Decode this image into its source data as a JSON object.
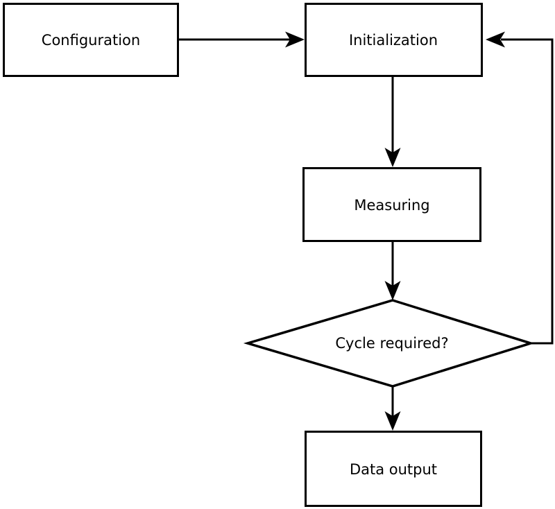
{
  "diagram": {
    "kind": "flowchart",
    "nodes": [
      {
        "id": "configuration",
        "shape": "rectangle",
        "label": "Configuration"
      },
      {
        "id": "initialization",
        "shape": "rectangle",
        "label": "Initialization"
      },
      {
        "id": "measuring",
        "shape": "rectangle",
        "label": "Measuring"
      },
      {
        "id": "cycle-required",
        "shape": "diamond",
        "label": "Cycle required?"
      },
      {
        "id": "data-output",
        "shape": "rectangle",
        "label": "Data output"
      }
    ],
    "edges": [
      {
        "from": "configuration",
        "to": "initialization",
        "direction": "right",
        "label": ""
      },
      {
        "from": "initialization",
        "to": "measuring",
        "direction": "down",
        "label": ""
      },
      {
        "from": "measuring",
        "to": "cycle-required",
        "direction": "down",
        "label": ""
      },
      {
        "from": "cycle-required",
        "to": "data-output",
        "direction": "down",
        "label": ""
      },
      {
        "from": "cycle-required",
        "to": "initialization",
        "direction": "right-up-left",
        "label": "",
        "kind": "feedback-loop"
      }
    ]
  },
  "colors": {
    "line": "#000000",
    "node_fill": "#ffffff",
    "background": "#ffffff",
    "text": "#000000"
  }
}
